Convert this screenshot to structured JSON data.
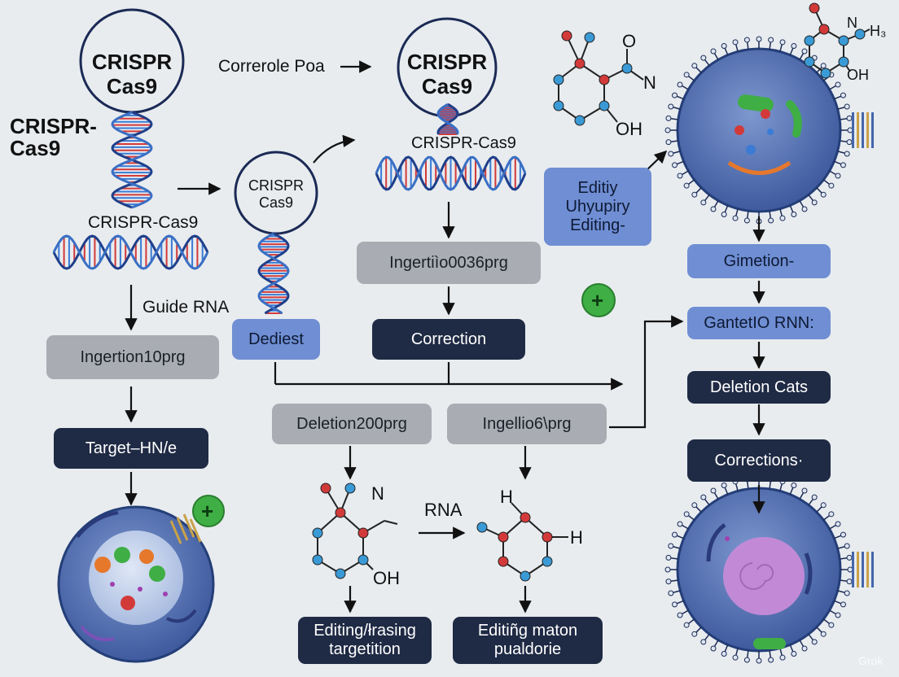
{
  "labels": {
    "crispr_cas9_left": "CRISPR-\nCas9",
    "corrercle_poa": "Correrole Poa",
    "crispr_cas9_helix1": "CRISPR-Cas9",
    "crispr_cas9_helix2": "CRISPR-Cas9",
    "guide_rna": "Guide RNA",
    "rna_arrow": "RNA"
  },
  "circles": {
    "c1": "CRISPR\nCas9",
    "c2": "CRISPR\nCas9",
    "c3": "CRISPR\nCas9"
  },
  "boxes": {
    "ingertion10prg": "Ingertion10prg",
    "target_hnie": "Target–HN/e",
    "dediest": "Dediest",
    "ingerti": "Ingertiìo0036prg",
    "correction": "Correction",
    "deletion200prg": "Deletion200prg",
    "ingellio": "Ingellio6\\prg",
    "editing_erasing": "Editing/łrasing\ntargetition",
    "editing_maton": "Editiñg maton\npualdorie",
    "editiy": "Editiy\nUhyupiry\nEditing-",
    "gimetion": "Gimetion-",
    "gantetio": "GantetIO RNN:",
    "deletion_cats": "Deletion Cats",
    "corrections": "Corrections·"
  },
  "atoms": {
    "top_o": "O",
    "top_n": "N",
    "top_oh": "OH",
    "tr_n": "N",
    "tr_h3": "H₃",
    "tr_oh": "OH",
    "bm_n": "N",
    "bm_oh": "OH",
    "br_h": "H",
    "br_h2": "H"
  },
  "plus": "+",
  "watermark": "Grok",
  "colors": {
    "background": "#e8ecef",
    "box_gray": "#a9adb3",
    "box_navy": "#1f2a44",
    "box_blue": "#6f8ed3",
    "circle_stroke": "#1b2a55",
    "cell_fill": "#5b79b8",
    "nucleus": "#b7c7e6",
    "plus_green": "#3fae45"
  }
}
